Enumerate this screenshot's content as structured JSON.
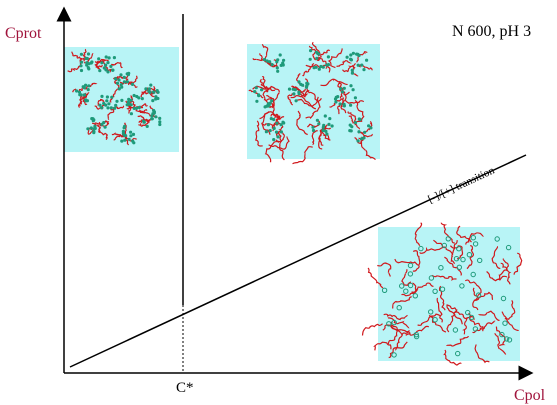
{
  "labels": {
    "y_axis": "Cprot",
    "x_axis": "Cpol",
    "critical_point": "C*",
    "condition": "N 600, pH 3",
    "transition": "[-]/[+] transition"
  },
  "colors": {
    "axis_label": "#a0143c",
    "panel_bg": "#b8f4f6",
    "polymer_chain": "#d0181c",
    "protein_particle": "#1e9a7a",
    "line": "#000000"
  },
  "panels": [
    {
      "name": "dilute-regime-panel",
      "morphology": "isolated complexes"
    },
    {
      "name": "semidilute-regime-panel",
      "morphology": "networked complexes"
    },
    {
      "name": "low-protein-regime-panel",
      "morphology": "chain network"
    }
  ]
}
